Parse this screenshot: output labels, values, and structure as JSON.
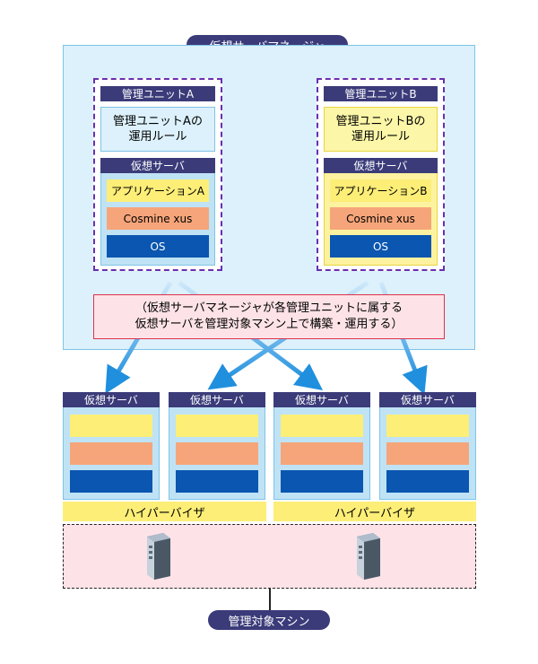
{
  "manager_title": "仮想サーバマネージャ",
  "units": [
    {
      "label": "管理ユニットA",
      "rule": "管理ユニットAの\n運用ルール",
      "vserver_label": "仮想サーバ",
      "app": "アプリケーションA",
      "middleware": "Cosmine xus",
      "os": "OS"
    },
    {
      "label": "管理ユニットB",
      "rule": "管理ユニットBの\n運用ルール",
      "vserver_label": "仮想サーバ",
      "app": "アプリケーションB",
      "middleware": "Cosmine xus",
      "os": "OS"
    }
  ],
  "note": "（仮想サーバマネージャが各管理ユニットに属する\n仮想サーバを管理対象マシン上で構築・運用する）",
  "target_vservers": [
    "仮想サーバ",
    "仮想サーバ",
    "仮想サーバ",
    "仮想サーバ"
  ],
  "hypervisors": [
    "ハイパーバイザ",
    "ハイパーバイザ"
  ],
  "machines_label": "管理対象マシン",
  "icons": [
    "server-tower-icon",
    "server-tower-icon"
  ],
  "colors": {
    "dark_navy": "#3b3b7a",
    "manager_bg": "#dcf1fb",
    "yellow": "#fcee77",
    "orange": "#f6a57a",
    "blue": "#0a56b0",
    "pink": "#fde3e7",
    "red_border": "#e0304a",
    "arrow_blue": "#1f8fde",
    "dashed_purple": "#6a2fb0"
  }
}
